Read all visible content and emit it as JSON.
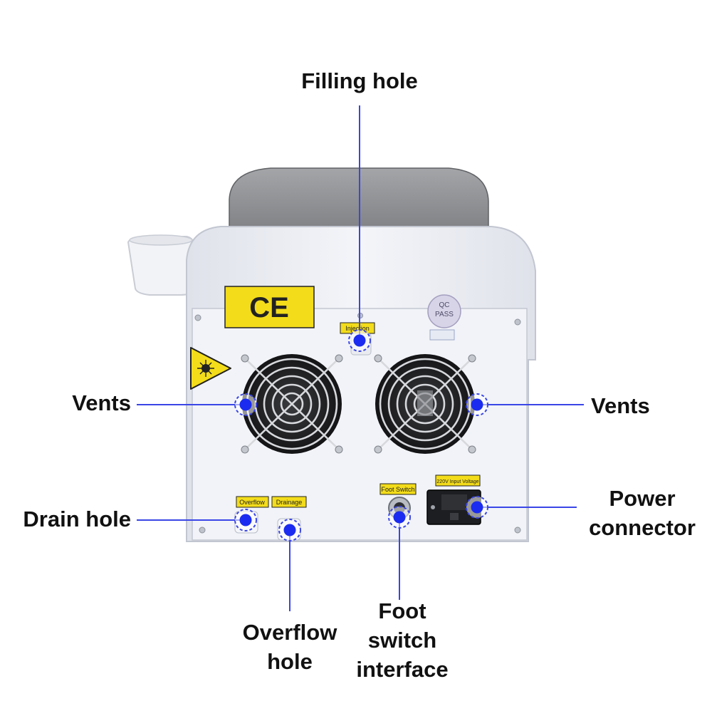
{
  "labels": {
    "filling_hole": "Filling hole",
    "vents_left": "Vents",
    "vents_right": "Vents",
    "drain_hole": "Drain hole",
    "power_connector": [
      "Power",
      "connector"
    ],
    "overflow_hole": [
      "Overflow",
      "hole"
    ],
    "foot_switch": [
      "Foot",
      "switch",
      "interface"
    ]
  },
  "device_tags": {
    "ce": "CE",
    "injection": "Injection",
    "overflow": "Overflow",
    "drainage": "Drainage",
    "foot_switch": "Foot Switch",
    "input_voltage": "220V Input Voltage",
    "qc": "QC",
    "pass": "PASS"
  },
  "colors": {
    "callout_line": "#3a46e6",
    "marker": "#1b2cf0",
    "tag_yellow": "#f3dc1a",
    "panel": "#eef0f6",
    "cover": "#8b8d90"
  },
  "icons": [
    "laser-warning-icon",
    "fan-icon"
  ]
}
